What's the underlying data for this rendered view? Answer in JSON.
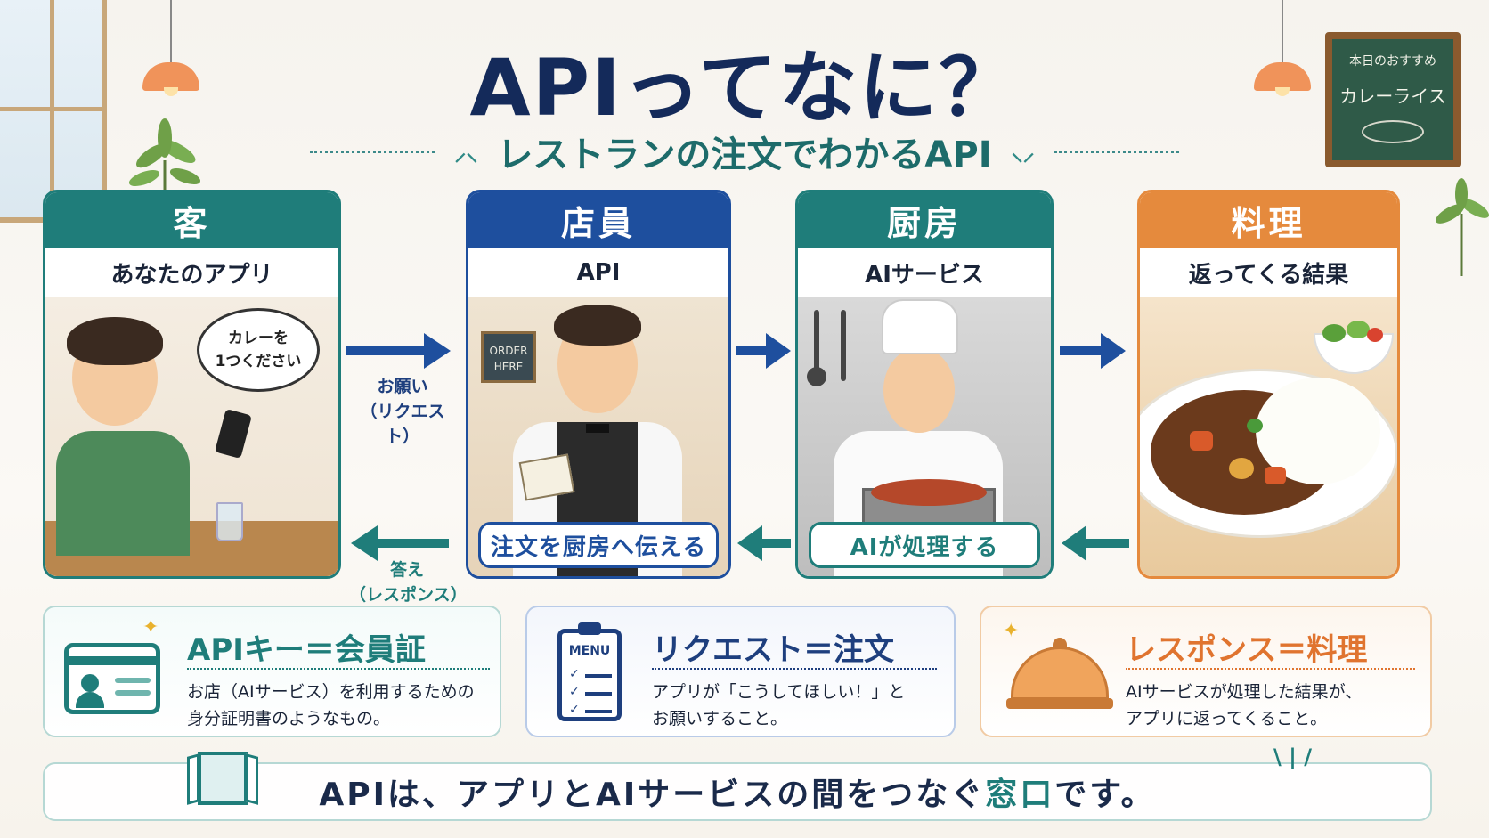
{
  "title": "APIってなに？",
  "subtitle": "レストランの注文でわかるAPI",
  "chalkboard": {
    "line1": "本日のおすすめ",
    "line2": "カレーライス"
  },
  "cards": [
    {
      "head": "客",
      "sub": "あなたのアプリ",
      "speech_line1": "カレーを",
      "speech_line2": "1つください"
    },
    {
      "head": "店員",
      "sub": "API",
      "sign_line1": "ORDER",
      "sign_line2": "HERE",
      "pill": "注文を厨房へ伝える"
    },
    {
      "head": "厨房",
      "sub": "AIサービス",
      "pill": "AIが処理する"
    },
    {
      "head": "料理",
      "sub": "返ってくる結果"
    }
  ],
  "arrows": {
    "request_line1": "お願い",
    "request_line2": "（リクエスト）",
    "response_line1": "答え",
    "response_line2": "（レスポンス）"
  },
  "info": [
    {
      "title": "APIキー＝会員証",
      "body_line1": "お店（AIサービス）を利用するための",
      "body_line2": "身分証明書のようなもの。"
    },
    {
      "title": "リクエスト＝注文",
      "icon_text": "MENU",
      "body_line1": "アプリが「こうしてほしい！」と",
      "body_line2": "お願いすること。"
    },
    {
      "title": "レスポンス＝料理",
      "body_line1": "AIサービスが処理した結果が、",
      "body_line2": "アプリに返ってくること。"
    }
  ],
  "banner": {
    "before": "APIは、アプリとAIサービスの間をつなぐ",
    "highlight": "窓口",
    "after": "です。"
  },
  "colors": {
    "navy": "#142a5a",
    "teal": "#1f7d7a",
    "blue": "#1e4f9e",
    "orange": "#e58a3d"
  },
  "icons": [
    "id-card-icon",
    "clipboard-menu-icon",
    "cloche-icon",
    "window-icon",
    "sparkle-icon",
    "arrow-right-icon",
    "arrow-left-icon"
  ]
}
